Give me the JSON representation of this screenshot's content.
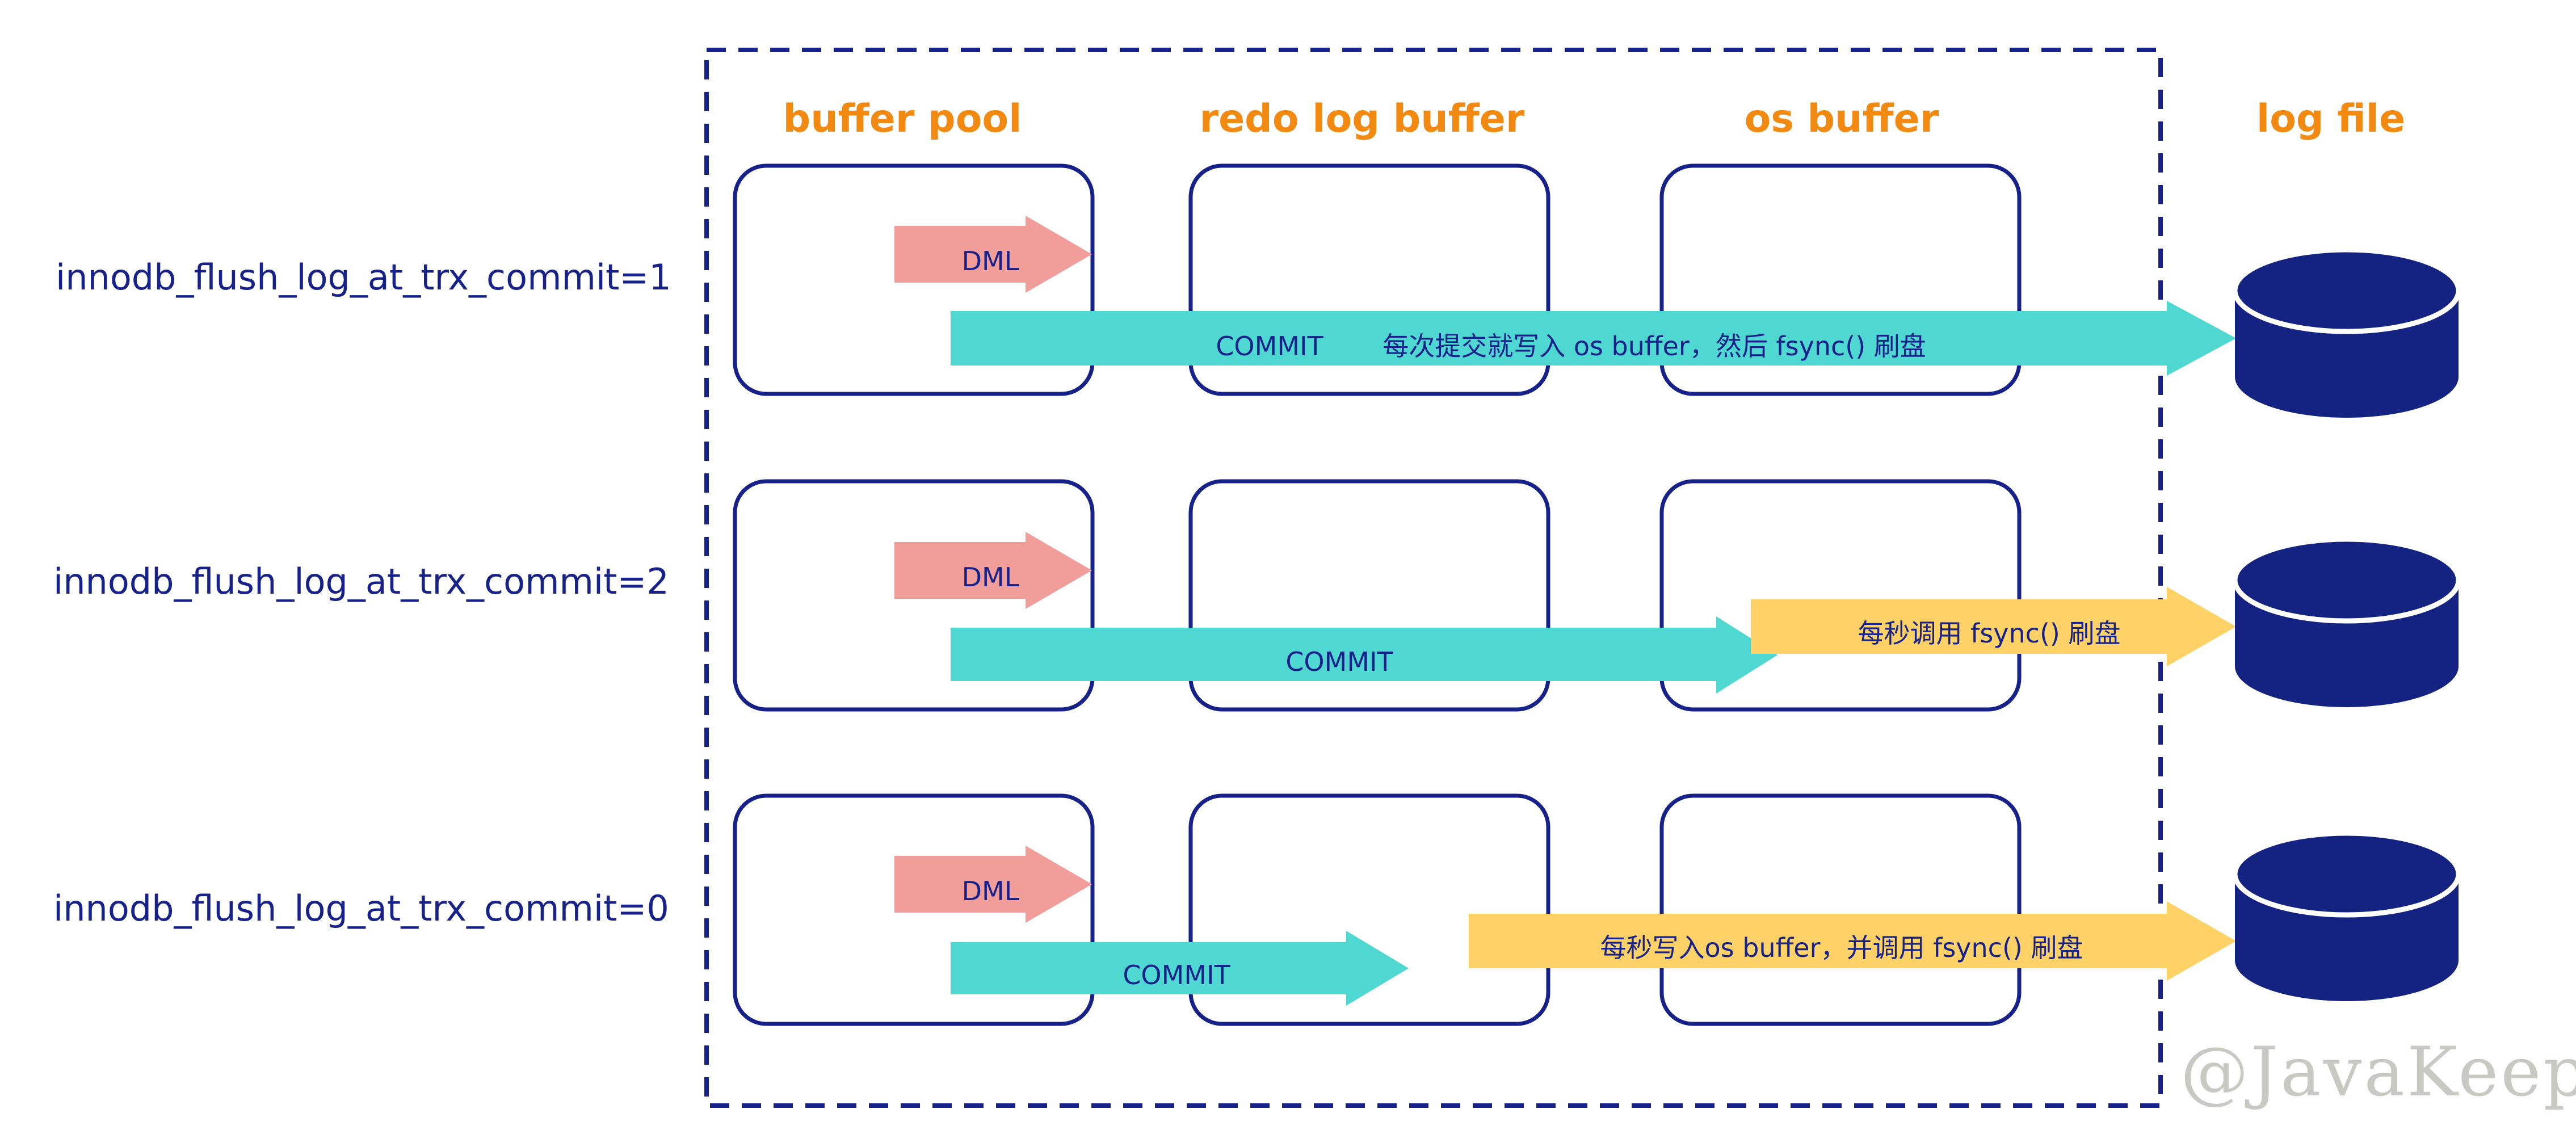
{
  "columns": {
    "buffer_pool": "buffer pool",
    "redo_log_buffer": "redo log buffer",
    "os_buffer": "os buffer",
    "log_file": "log file"
  },
  "rows": [
    {
      "label": "innodb_flush_log_at_trx_commit=1",
      "dml": "DML",
      "commit": "COMMIT",
      "commit_note": "每次提交就写入 os buffer，然后 fsync() 刷盘"
    },
    {
      "label": "innodb_flush_log_at_trx_commit=2",
      "dml": "DML",
      "commit": "COMMIT",
      "flush_note": "每秒调用 fsync() 刷盘"
    },
    {
      "label": "innodb_flush_log_at_trx_commit=0",
      "dml": "DML",
      "commit": "COMMIT",
      "flush_note": "每秒写入os buffer，并调用 fsync() 刷盘"
    }
  ],
  "watermark": "@JavaKeeper",
  "colors": {
    "navy": "#16228a",
    "orange_title": "#f28a12",
    "dml_arrow": "#f19e9b",
    "commit_arrow": "#4fd7d1",
    "flush_arrow": "#fed266",
    "disk": "#142382"
  }
}
